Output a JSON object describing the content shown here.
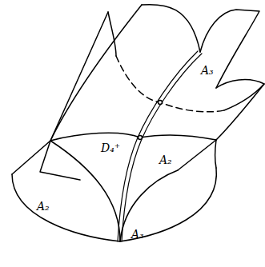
{
  "diagram": {
    "labels": [
      "A₃",
      "D₄⁺",
      "A₂",
      "A₂",
      "A₃"
    ]
  }
}
